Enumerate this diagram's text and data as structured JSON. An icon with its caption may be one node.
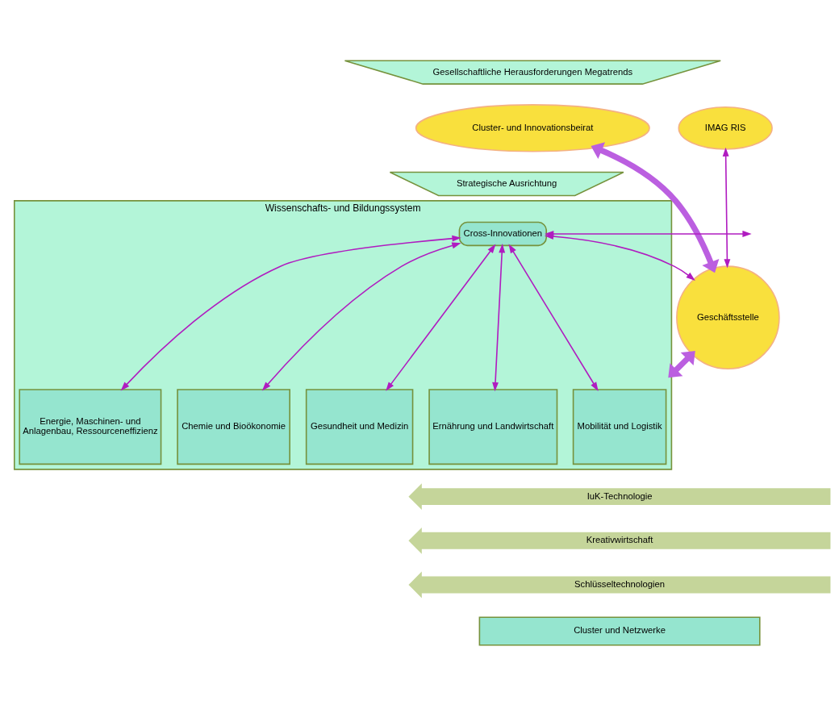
{
  "diagram": {
    "nodes": [
      {
        "text": [
          "Gesellschaftliche Herausforderungen Megatrends"
        ]
      },
      {
        "text": [
          "Cluster- und Innovationsbeirat"
        ]
      },
      {
        "text": [
          "IMAG RIS"
        ]
      },
      {
        "text": [
          "Strategische Ausrichtung"
        ]
      },
      {
        "text": [
          "Geschäftsstelle"
        ]
      },
      {
        "text": [
          "Wissenschafts- und Bildungssystem"
        ]
      },
      {
        "text": [
          "Cross-Innovationen"
        ],
        "in": 5
      },
      {
        "text": [
          "Energie, Maschinen- und Anlagenbau, Ressourceneffizienz"
        ],
        "in": 5
      },
      {
        "text": [
          "Chemie und Bioökonomie"
        ],
        "in": 5
      },
      {
        "text": [
          "Mobilität und Logistik"
        ],
        "in": 5
      },
      {
        "text": [
          "Gesundheit und Medizin"
        ],
        "in": 5
      },
      {
        "text": [
          "Ernährung und Landwirtschaft"
        ],
        "in": 5
      },
      {
        "text": [
          "IuK-Technologie"
        ]
      },
      {
        "text": [
          "Kreativwirtschaft"
        ]
      },
      {
        "text": [
          "Schlüsseltechnologien"
        ]
      },
      {
        "text": [
          "Cluster und Netzwerke"
        ]
      }
    ],
    "edges": [
      {
        "from": 1,
        "to": 4,
        "arrow": "both",
        "style": "thick",
        "color": "#bb5fe0"
      },
      {
        "from": 2,
        "to": 4,
        "arrow": "both"
      },
      {
        "from": 6,
        "to": 4,
        "arrow": "both"
      },
      {
        "from": 6,
        "to": null,
        "arrow": "both"
      },
      {
        "from": 6,
        "to": 7,
        "arrow": "both"
      },
      {
        "from": 6,
        "to": 8,
        "arrow": "both"
      },
      {
        "from": 6,
        "to": 9,
        "arrow": "both"
      },
      {
        "from": 6,
        "to": 10,
        "arrow": "both"
      },
      {
        "from": 6,
        "to": 11,
        "arrow": "both"
      },
      {
        "from": 4,
        "to": 5,
        "arrow": "both",
        "style": "thick",
        "color": "#bb5fe0"
      }
    ]
  }
}
